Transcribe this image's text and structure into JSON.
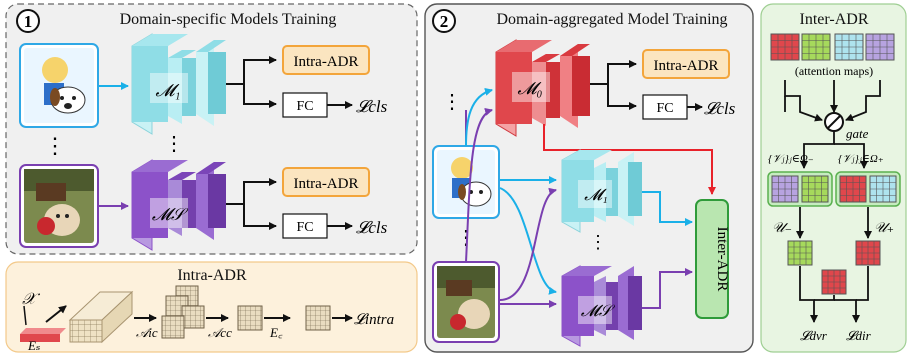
{
  "panel1": {
    "number": "1",
    "title": "Domain-specific Models Training",
    "model_top": "𝓜₁",
    "model_bottom": "𝓜𝒮",
    "intra_adr_top": "Intra-ADR",
    "intra_adr_bottom": "Intra-ADR",
    "fc_top": "FC",
    "fc_bottom": "FC",
    "loss_top": "𝓛cls",
    "loss_bottom": "𝓛cls",
    "ellipsis": "⋮"
  },
  "panel2": {
    "title": "Intra-ADR",
    "x_label": "𝒳",
    "es_label": "Eₛ",
    "aic_label": "𝒜ic",
    "acc_label": "𝒜cc",
    "ec_label": "E꜀",
    "loss_label": "𝓛intra"
  },
  "panel3": {
    "number": "2",
    "title": "Domain-aggregated Model Training",
    "model_m0": "𝓜₀",
    "model_m1": "𝓜₁",
    "model_ms": "𝓜𝒮",
    "intra_adr": "Intra-ADR",
    "fc": "FC",
    "loss": "𝓛cls",
    "inter_adr": "Inter-ADR",
    "ellipsis": "⋮"
  },
  "panel4": {
    "title": "Inter-ADR",
    "attention_maps": "(attention maps)",
    "gate": "gate",
    "v_minus": "{𝒱ⱼ}ⱼ∈Ω₋",
    "v_plus": "{𝒱ⱼ}ⱼ∈Ω₊",
    "u_minus": "𝒰₋",
    "u_plus": "𝒰₊",
    "loss_dvr": "𝓛dvr",
    "loss_dir": "𝓛dir"
  },
  "colors": {
    "cyan": "#9fe3ea",
    "purple": "#8c52c9",
    "red": "#e0474c",
    "green_box": "#e8f5e2",
    "beige_box": "#fdf1dc",
    "gray_box": "#f0f0f0",
    "orange_border": "#f3a53b",
    "inter_adr_fill": "#b9e6b0",
    "arrow_cyan": "#1ab0e8",
    "arrow_purple": "#7a3fb0",
    "arrow_red": "#e8222a"
  }
}
